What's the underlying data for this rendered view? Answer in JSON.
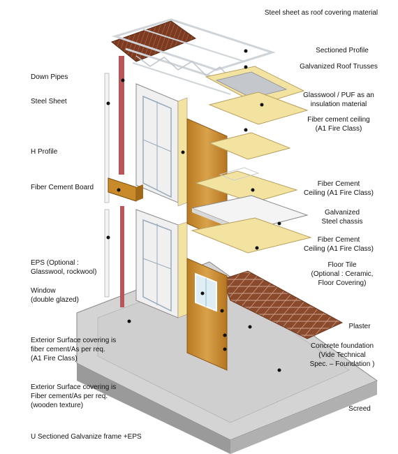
{
  "labels": {
    "left": [
      {
        "id": "down-pipes",
        "text": "Down Pipes"
      },
      {
        "id": "steel-sheet",
        "text": "Steel Sheet"
      },
      {
        "id": "h-profile",
        "text": "H Profile"
      },
      {
        "id": "fiber-cement-board",
        "text": "Fiber Cement Board"
      },
      {
        "id": "eps",
        "text": "EPS (Optional :\nGlasswool, rockwool)"
      },
      {
        "id": "window",
        "text": "Window\n(double  glazed)"
      },
      {
        "id": "exterior-a1",
        "text": "Exterior Surface covering is\nfiber cement/As per req.\n(A1 Fire Class)"
      },
      {
        "id": "exterior-wood",
        "text": "Exterior Surface covering is\nFiber cement/As per req.\n(wooden texture)"
      },
      {
        "id": "u-frame",
        "text": "U Sectioned Galvanize frame +EPS"
      }
    ],
    "right": [
      {
        "id": "roof-covering",
        "text": "Steel sheet as roof covering material"
      },
      {
        "id": "sectioned-profile",
        "text": "Sectioned Profile"
      },
      {
        "id": "roof-trusses",
        "text": "Galvanized Roof Trusses"
      },
      {
        "id": "glasswool",
        "text": "Glasswool / PUF as an\ninsulation material"
      },
      {
        "id": "ceiling-top",
        "text": "Fiber cement ceiling\n(A1 Fire Class)"
      },
      {
        "id": "ceiling-mid",
        "text": "Fiber Cement\nCeiling (A1 Fire Class)"
      },
      {
        "id": "steel-chassis",
        "text": "Galvanized\nSteel chassis"
      },
      {
        "id": "ceiling-low",
        "text": "Fiber Cement\nCeiling (A1 Fire Class)"
      },
      {
        "id": "floor-tile",
        "text": "Floor Tile\n(Optional : Ceramic,\nFloor Covering)"
      },
      {
        "id": "plaster",
        "text": "Plaster"
      },
      {
        "id": "foundation",
        "text": "Concrete foundation\n(Vide Technical\nSpec. – Foundation )"
      },
      {
        "id": "screed",
        "text": "Screed"
      }
    ]
  },
  "colors": {
    "fiber_cement_yellow": "#f3e3a0",
    "wood_panel": "#c98a2a",
    "tile_brown": "#8b4a2c",
    "concrete_grey": "#d2d2d2",
    "steel_frame": "#e6e6e6",
    "down_pipe": "#b8575a"
  }
}
